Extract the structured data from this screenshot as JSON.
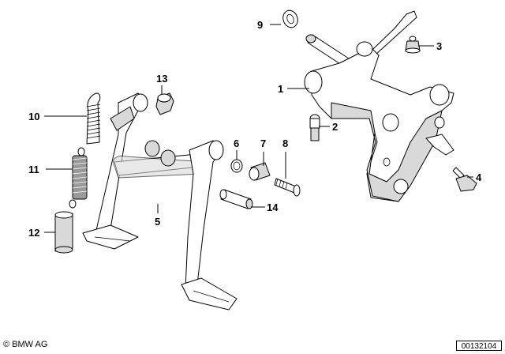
{
  "part_labels": {
    "p1": "1",
    "p2": "2",
    "p3": "3",
    "p4": "4",
    "p5": "5",
    "p6": "6",
    "p7": "7",
    "p8": "8",
    "p9": "9",
    "p10": "10",
    "p11": "11",
    "p12": "12",
    "p13": "13",
    "p14": "14"
  },
  "footer": {
    "copyright": "© BMW AG",
    "document_number": "00132104"
  }
}
